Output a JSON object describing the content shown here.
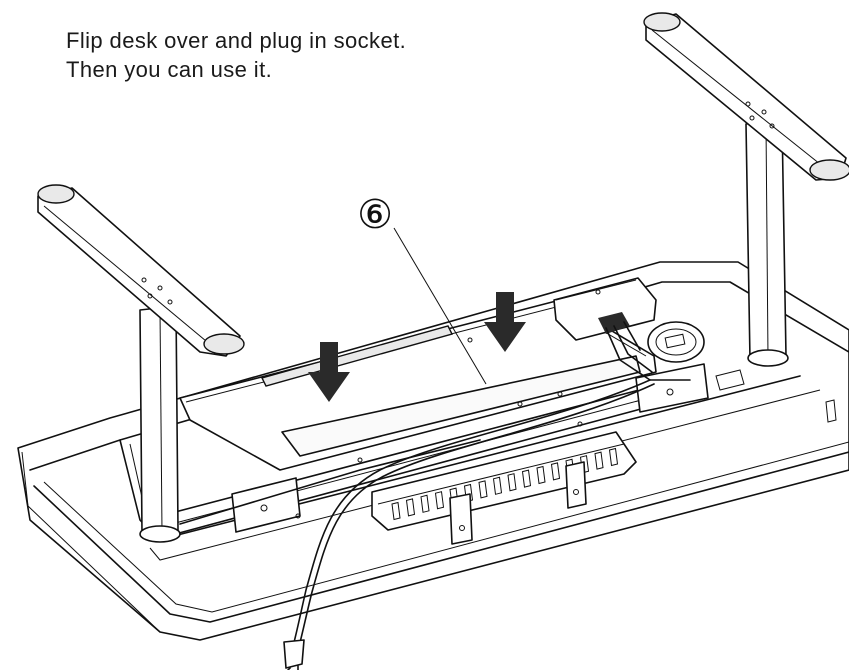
{
  "instruction": {
    "line1": "Flip desk over and plug in socket.",
    "line2": "Then you can use it."
  },
  "callout": {
    "number": "⑥"
  },
  "diagram": {
    "parts": [
      "desktop-underside",
      "left-leg",
      "right-leg",
      "left-foot",
      "right-foot",
      "control-box",
      "cable-tray",
      "power-cord",
      "plug",
      "mounting-plate"
    ],
    "arrow_count": 2,
    "line_color": "#111111"
  }
}
